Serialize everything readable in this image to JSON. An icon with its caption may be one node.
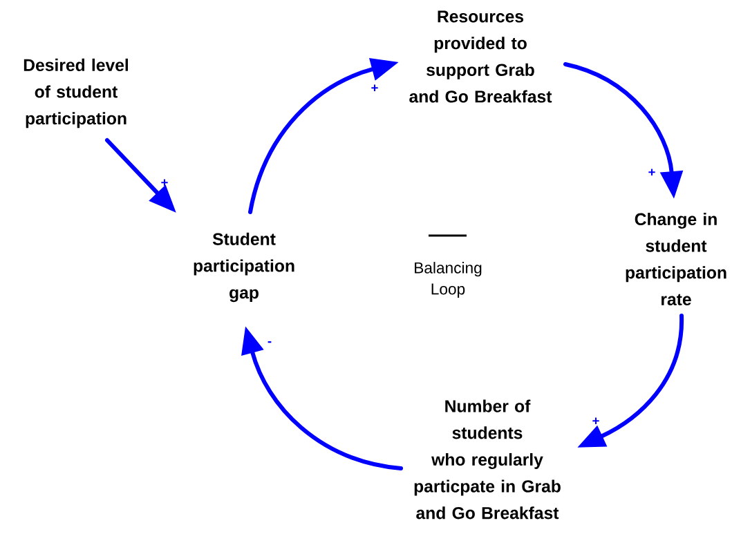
{
  "diagram": {
    "nodes": [
      {
        "text": [
          "Desired level of student participation"
        ]
      },
      {
        "text": [
          "Resources provided to support Grab and Go Breakfast"
        ]
      },
      {
        "text": [
          "Change in student participation rate"
        ]
      },
      {
        "text": [
          "Number of students who regularly particpate in Grab and Go Breakfast"
        ]
      },
      {
        "text": [
          "Student participation gap"
        ]
      }
    ],
    "edges": [
      {
        "from": 0,
        "to": 4,
        "arrow": "to",
        "label": "+"
      },
      {
        "from": 4,
        "to": 1,
        "arrow": "to",
        "label": "+"
      },
      {
        "from": 1,
        "to": 2,
        "arrow": "to",
        "label": "+"
      },
      {
        "from": 2,
        "to": 3,
        "arrow": "to",
        "label": "+"
      },
      {
        "from": 3,
        "to": 4,
        "arrow": "to",
        "label": "-"
      }
    ],
    "labels": [
      "Balancing Loop"
    ]
  }
}
